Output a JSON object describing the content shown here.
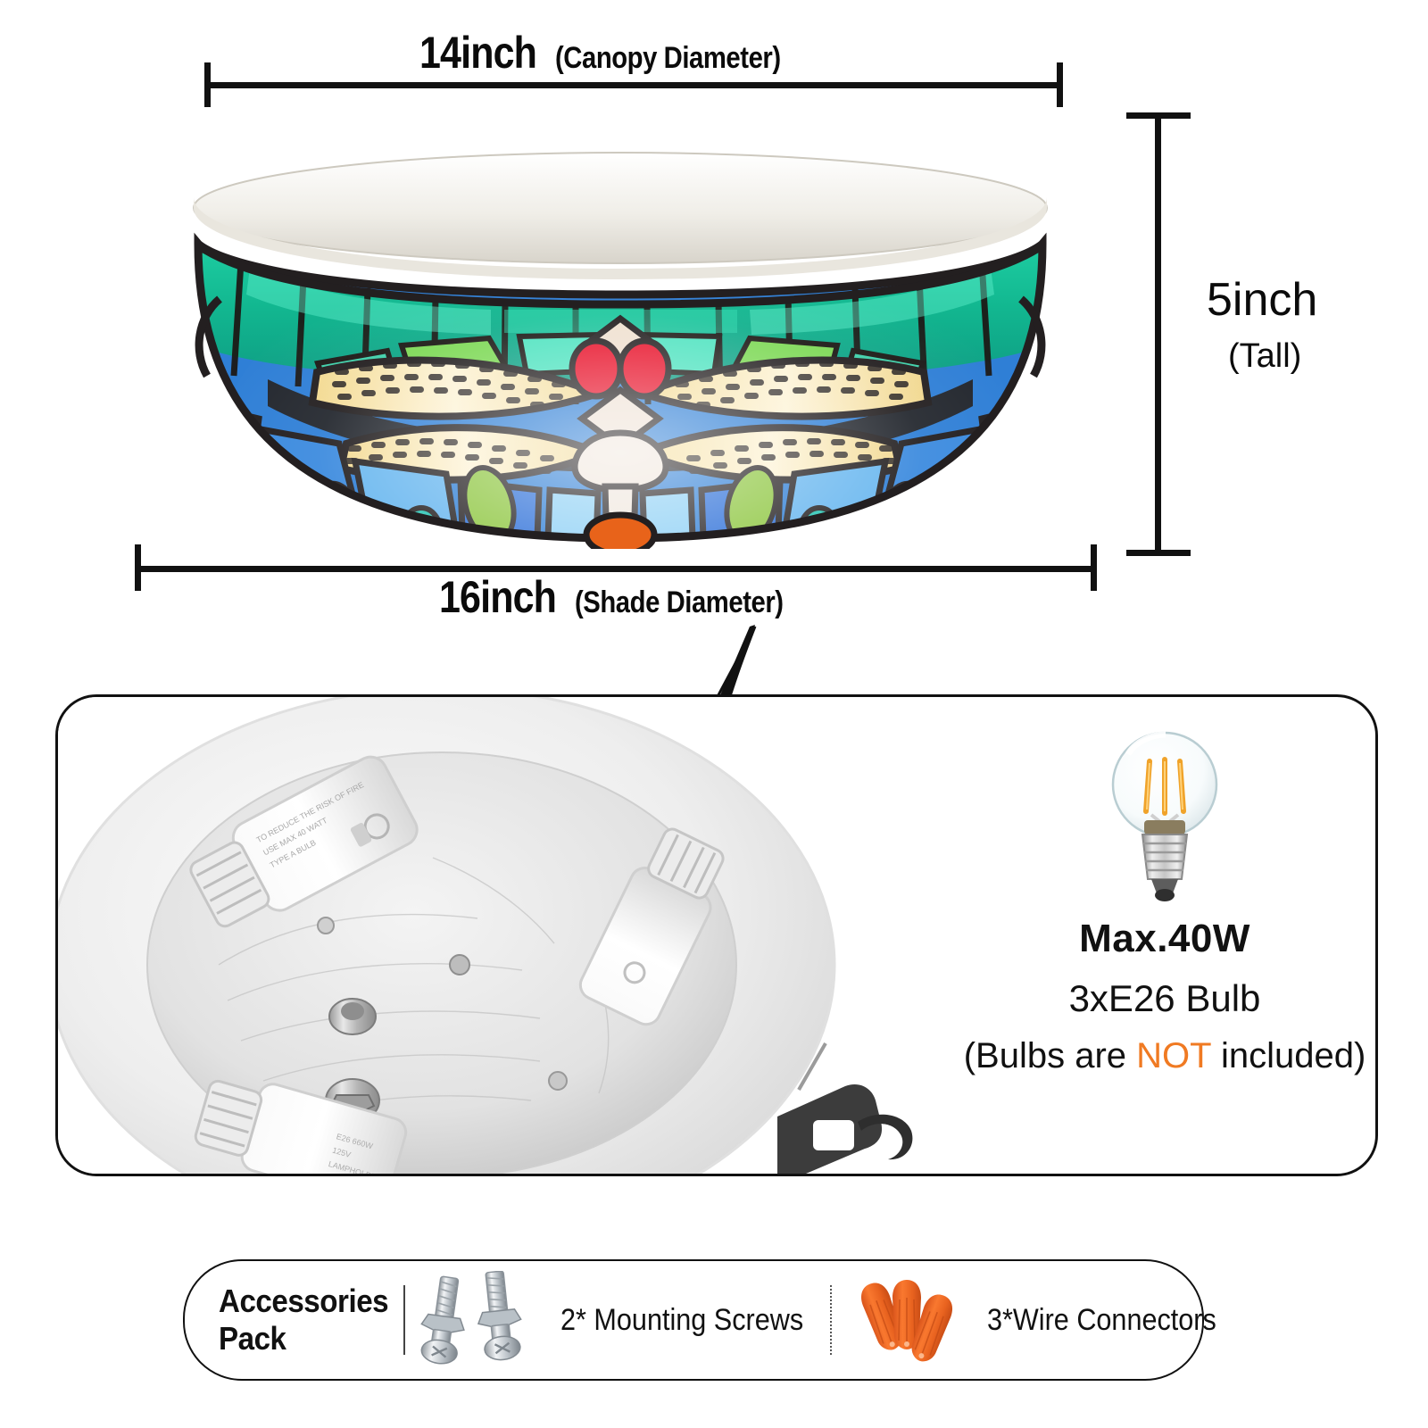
{
  "dimensions": {
    "canopy": {
      "value": "14inch",
      "note": "(Canopy Diameter)"
    },
    "shade": {
      "value": "16inch",
      "note": "(Shade Diameter)"
    },
    "height": {
      "value": "5inch",
      "note": "(Tall)"
    }
  },
  "product": {
    "name": "tiffany-dragonfly-flush-mount-ceiling-light",
    "shade_colors": {
      "rim_green": "#11b08c",
      "rim_teal": "#16c6a6",
      "wing_cream": "#f6e3b0",
      "body_blue": "#2f7fd6",
      "deep_blue": "#1033b8",
      "accent_green": "#8dc63f",
      "eye_red": "#e8132b",
      "leading_black": "#231f20",
      "canopy_white": "#f2f0ec",
      "finial_orange": "#e8631a"
    }
  },
  "bulb_spec": {
    "icon": "light-bulb-icon",
    "max_watt": "Max.40W",
    "socket": "3xE26  Bulb",
    "note_prefix": "(Bulbs are ",
    "note_highlight": "NOT",
    "note_suffix": " included)",
    "highlight_color": "#F07A22"
  },
  "interior_photo": {
    "alt": "ceiling-light-base-plate-with-three-e26-sockets",
    "visible_parts": [
      "e26-socket",
      "e26-socket",
      "e26-socket",
      "mounting-nut",
      "crossbar-screw",
      "keyhole-bracket"
    ]
  },
  "accessories": {
    "title": "Accessories Pack",
    "items": [
      {
        "icon": "mounting-screw-icon",
        "label": "2* Mounting Screws",
        "color": "#c9ced4"
      },
      {
        "icon": "wire-connector-icon",
        "label": "3*Wire Connectors",
        "color": "#ec6a1f"
      }
    ]
  }
}
